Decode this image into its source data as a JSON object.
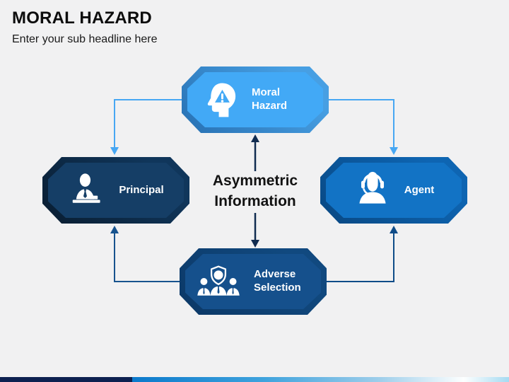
{
  "header": {
    "title": "MORAL HAZARD",
    "subtitle": "Enter your sub headline here"
  },
  "center": {
    "label": "Asymmetric Information"
  },
  "diagram": {
    "nodes": [
      {
        "id": "moral-hazard",
        "label": "Moral Hazard",
        "icon": "head-warning-icon",
        "fill": "#42a9f6",
        "rim_light": "#479fe3",
        "rim_dark": "#2b76b8"
      },
      {
        "id": "principal",
        "label": "Principal",
        "icon": "businessman-desk-icon",
        "fill": "#153e66",
        "rim_light": "#10365b",
        "rim_dark": "#0a2036"
      },
      {
        "id": "agent",
        "label": "Agent",
        "icon": "support-agent-icon",
        "fill": "#1273c5",
        "rim_light": "#0e65b2",
        "rim_dark": "#094b88"
      },
      {
        "id": "adverse-selection",
        "label": "Adverse Selection",
        "icon": "group-shield-icon",
        "fill": "#15508c",
        "rim_light": "#11497f",
        "rim_dark": "#0c3a69"
      }
    ],
    "connector_colors": {
      "top_elbows": "#47a7f3",
      "bottom_left_elbow": "#17538e",
      "bottom_right_elbow": "#0f4c88",
      "center_arrows": "#112c50"
    },
    "text_color_on_nodes": "#ffffff"
  },
  "footer": {
    "bar_colors": [
      "#0d2050",
      "#0b79cb",
      "#ffffff",
      "#a5daf1"
    ]
  },
  "background_color": "#f1f1f2"
}
